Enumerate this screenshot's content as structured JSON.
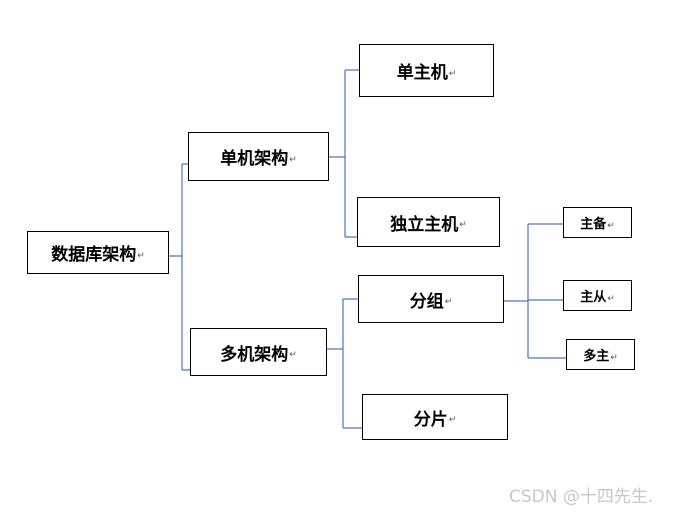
{
  "nodes": {
    "root": "数据库架构",
    "single_arch": "单机架构",
    "multi_arch": "多机架构",
    "single_host": "单主机",
    "independent_host": "独立主机",
    "grouping": "分组",
    "sharding": "分片",
    "master_standby": "主备",
    "master_slave": "主从",
    "multi_master": "多主"
  },
  "paragraph_mark": "↵",
  "watermark": "CSDN @十四先生.",
  "colors": {
    "connector": "#4a76c4",
    "border": "#000000",
    "watermark": "#c8c8c8"
  }
}
